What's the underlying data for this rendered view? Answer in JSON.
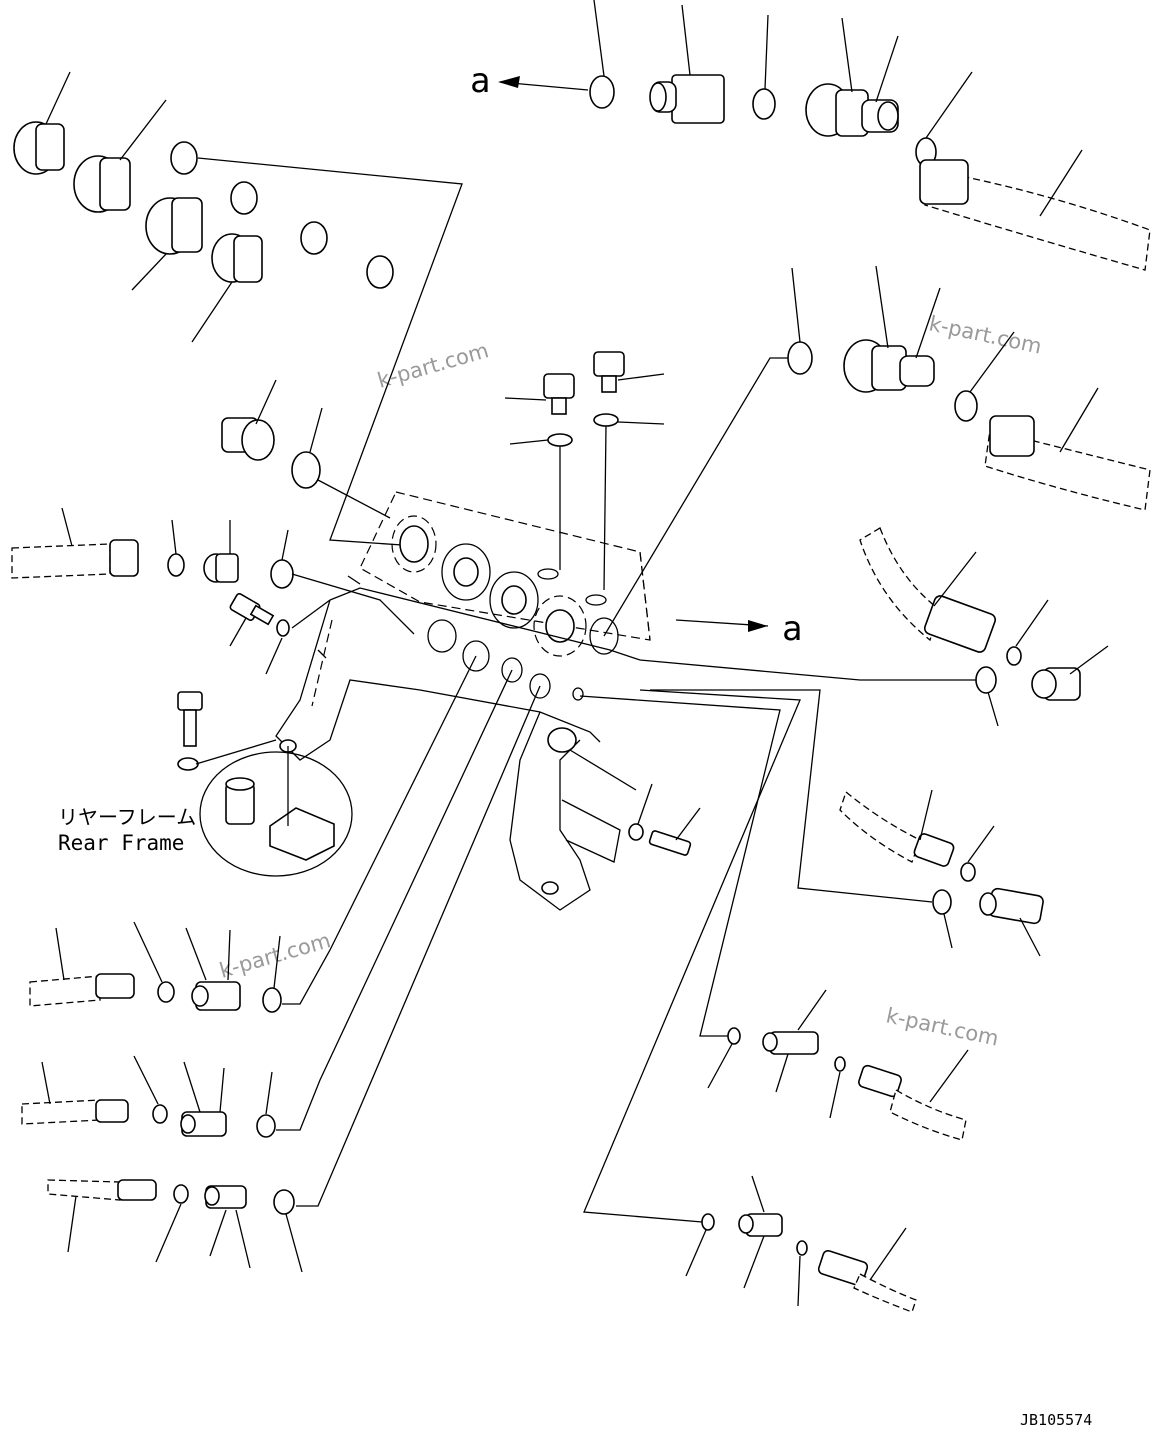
{
  "arrow_label_top": "a",
  "arrow_label_mid": "a",
  "rear_frame_label_jp": "リヤーフレーム",
  "rear_frame_label_en": "Rear Frame",
  "watermarks": [
    "k-part.com",
    "k-part.com",
    "k-part.com",
    "k-part.com"
  ],
  "drawing_number": "JB105574"
}
